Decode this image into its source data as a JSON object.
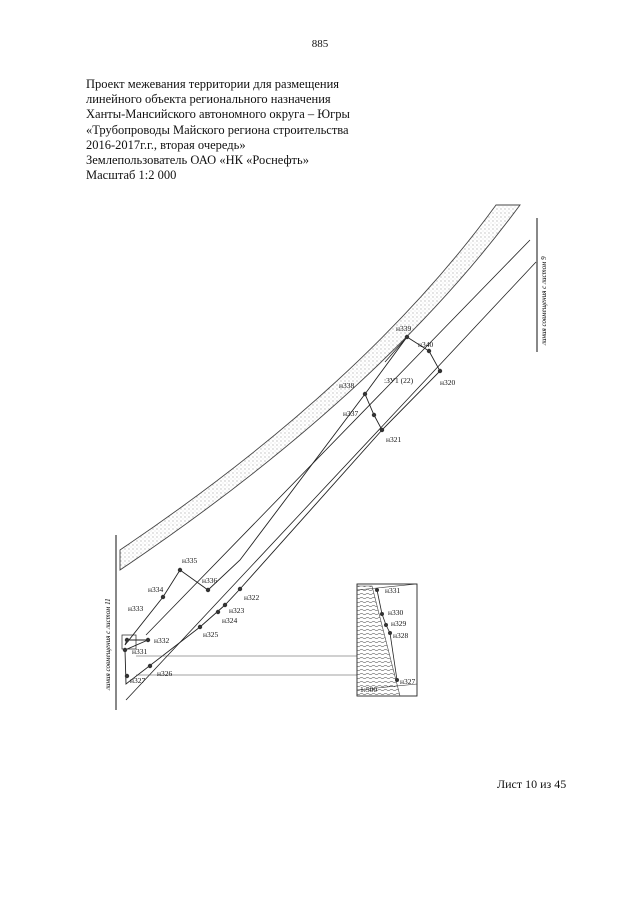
{
  "page_number": "885",
  "header": {
    "lines": [
      "Проект межевания территории для размещения",
      "линейного объекта регионального назначения",
      "Ханты-Мансийского автономного округа – Югры",
      "«Трубопроводы Майского региона строительства",
      "2016-2017г.г., вторая очередь»",
      "Землепользователь ОАО «НК «Роснефть»",
      "Масштаб 1:2 000"
    ]
  },
  "map": {
    "match_line_right": "линия совмещения с листом 9",
    "match_line_left": "линия совмещения с листом 11",
    "parcel_label": ":ЗУ1 (22)",
    "points": {
      "n320": "н320",
      "n321": "н321",
      "n322": "н322",
      "n323": "н323",
      "n324": "н324",
      "n325": "н325",
      "n326": "н326",
      "n327": "н327",
      "n331": "н331",
      "n332": "н332",
      "n333": "н333",
      "n334": "н334",
      "n335": "н335",
      "n336": "н336",
      "n337": "н337",
      "n338": "н338",
      "n339": "н339",
      "n340": "н340"
    },
    "inset": {
      "scale": "1:500",
      "points": {
        "n331": "н331",
        "n330": "н330",
        "n329": "н329",
        "n328": "н328",
        "n327": "н327"
      }
    }
  },
  "footer": "Лист 10 из 45"
}
